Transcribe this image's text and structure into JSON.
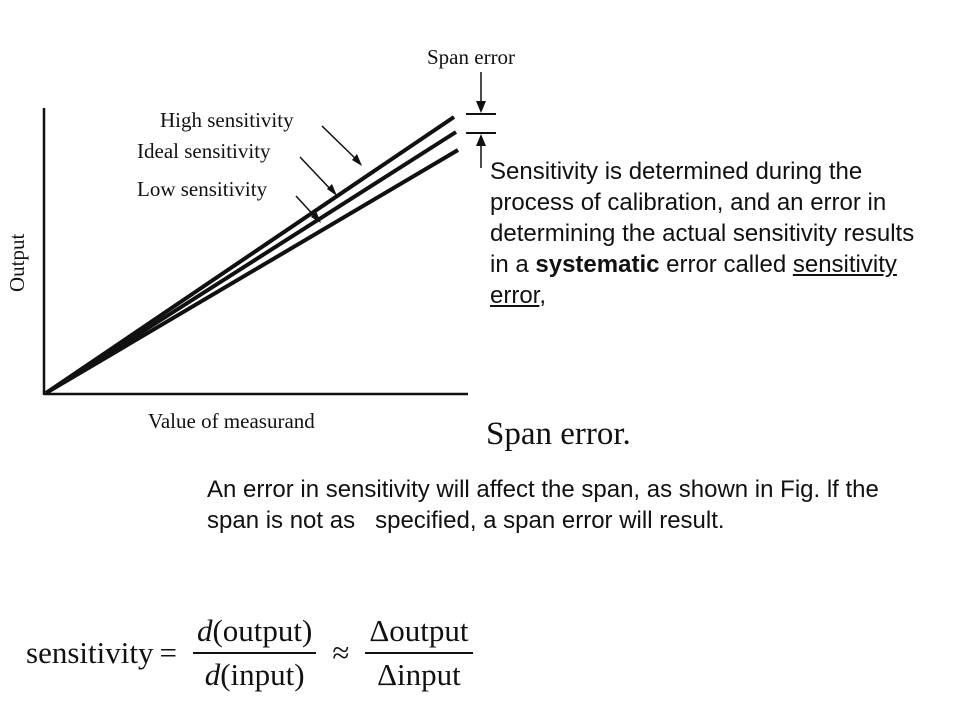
{
  "figure": {
    "span_error_label": "Span error",
    "high_label": "High sensitivity",
    "ideal_label": "Ideal sensitivity",
    "low_label": "Low sensitivity",
    "y_axis_label": "Output",
    "x_axis_label": "Value of measurand",
    "caption": "Span error."
  },
  "paragraph1": {
    "part1": "Sensitivity is determined during the process of calibration, and an error in determining the actual sensitivity results in a ",
    "bold": "systematic",
    "part2": " error called ",
    "underlined": "sensitivity error",
    "part3": ","
  },
  "paragraph2": {
    "text": "An error in sensitivity will affect the span, as shown in Fig. lf the span is not as   specified, a span error will result."
  },
  "equation": {
    "lhs": "sensitivity",
    "equals": "=",
    "d1": "d",
    "num1": "(output)",
    "d2": "d",
    "den1": "(input)",
    "approx": "≈",
    "num2": "Δoutput",
    "den2": "Δinput"
  }
}
